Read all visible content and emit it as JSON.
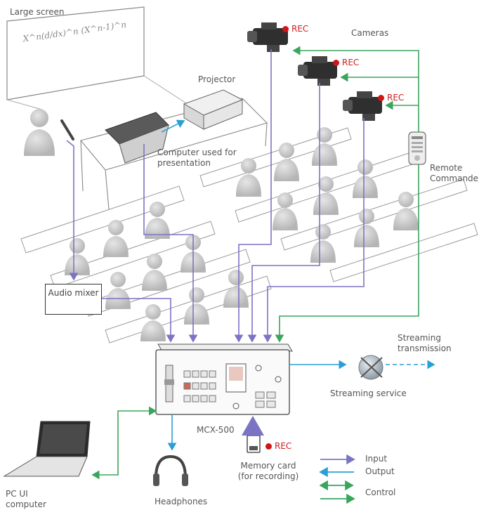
{
  "labels": {
    "large_screen": "Large screen",
    "formula": "X^n(d/dx)^n (X^n-1)^n",
    "projector": "Projector",
    "cameras": "Cameras",
    "computer": "Computer used for presentation",
    "remote": "Remote Commander",
    "audio_mixer": "Audio mixer",
    "streaming_transmission": "Streaming transmission",
    "streaming_service": "Streaming service",
    "mcx": "MCX-500",
    "memory_card": "Memory card (for recording)",
    "pc": "PC UI computer",
    "headphones": "Headphones",
    "rec": "REC"
  },
  "legend": {
    "items": [
      {
        "label": "Input",
        "color": "#7b74c4"
      },
      {
        "label": "Output",
        "color": "#2a9fd6"
      },
      {
        "label": "Control",
        "color": "#3aa55c",
        "bidirectional": true
      },
      {
        "label": "Control",
        "color": "#3aa55c",
        "bidirectional": false
      }
    ]
  },
  "colors": {
    "input": "#7b74c4",
    "output": "#2a9fd6",
    "control": "#3aa55c",
    "rec": "#d01515"
  }
}
